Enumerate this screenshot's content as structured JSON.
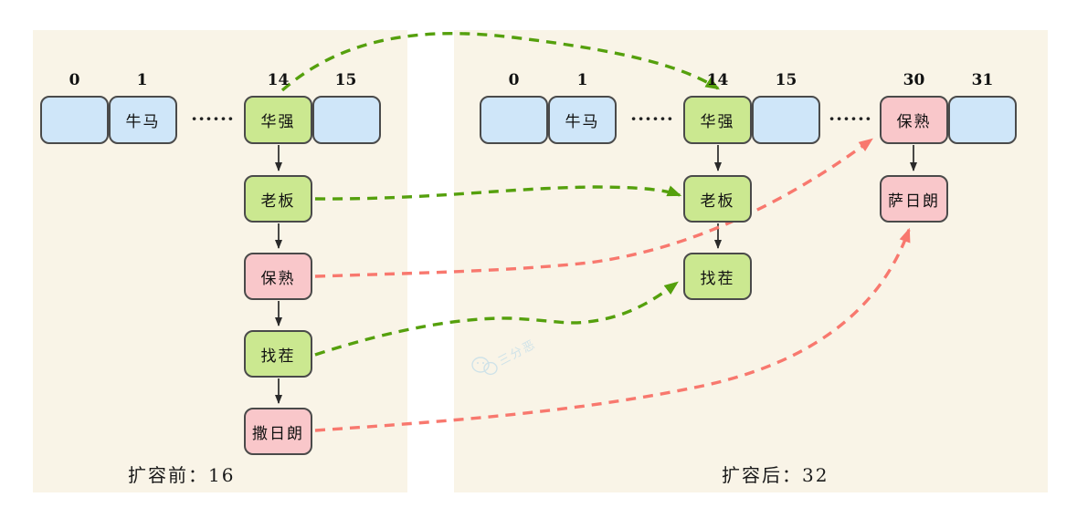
{
  "before": {
    "caption": "扩容前：16",
    "indices": {
      "i0": "0",
      "i1": "1",
      "i14": "14",
      "i15": "15"
    },
    "cells": {
      "c0": "",
      "c1": "牛马",
      "c14": "华强",
      "c15": ""
    },
    "dots": "······",
    "chain": {
      "n1": "老板",
      "n2": "保熟",
      "n3": "找茬",
      "n4": "撒日朗"
    }
  },
  "after": {
    "caption": "扩容后：32",
    "indices": {
      "i0": "0",
      "i1": "1",
      "i14": "14",
      "i15": "15",
      "i30": "30",
      "i31": "31"
    },
    "cells": {
      "c0": "",
      "c1": "牛马",
      "c14": "华强",
      "c15": "",
      "c30": "保熟",
      "c31": ""
    },
    "dots1": "······",
    "dots2": "······",
    "chain14": {
      "n1": "老板",
      "n2": "找茬"
    },
    "chain30": {
      "n1": "萨日朗"
    }
  },
  "watermark": {
    "text": "三分恶"
  },
  "colors": {
    "panel_bg": "#f9f4e7",
    "cell_blue": "#cfe6f9",
    "cell_green": "#cbe890",
    "cell_pink": "#f9c7ca",
    "green_arrow": "#55a00d",
    "pink_arrow": "#f8786e",
    "black_arrow": "#2a2a2a"
  }
}
